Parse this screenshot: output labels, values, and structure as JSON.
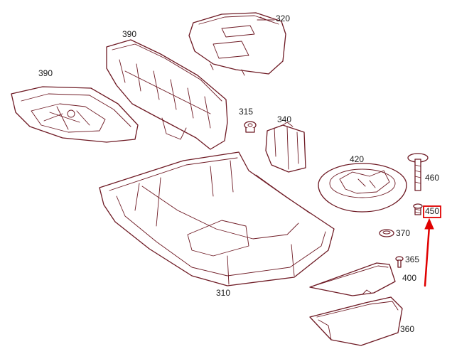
{
  "diagram": {
    "colors": {
      "line": "#6e1a24",
      "label": "#1a1a1a",
      "highlight": "#e00000",
      "background": "#ffffff"
    },
    "parts": [
      {
        "id": "p320",
        "label": "320"
      },
      {
        "id": "p390a",
        "label": "390"
      },
      {
        "id": "p390b",
        "label": "390"
      },
      {
        "id": "p315",
        "label": "315"
      },
      {
        "id": "p340",
        "label": "340"
      },
      {
        "id": "p420",
        "label": "420"
      },
      {
        "id": "p460",
        "label": "460"
      },
      {
        "id": "p450",
        "label": "450"
      },
      {
        "id": "p370",
        "label": "370"
      },
      {
        "id": "p365",
        "label": "365"
      },
      {
        "id": "p400",
        "label": "400"
      },
      {
        "id": "p310",
        "label": "310"
      },
      {
        "id": "p360",
        "label": "360"
      }
    ],
    "highlighted_part": "450"
  }
}
